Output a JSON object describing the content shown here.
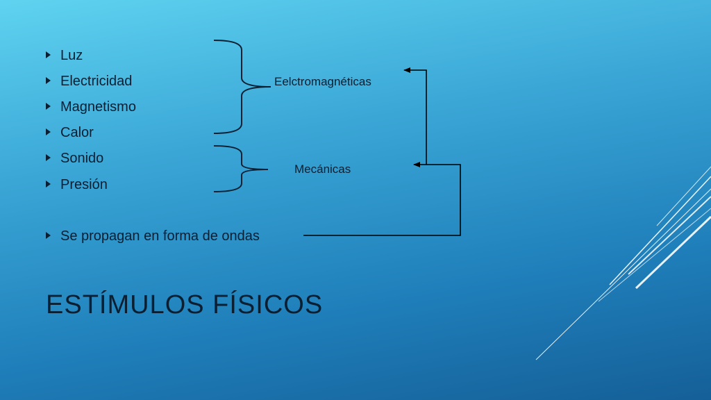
{
  "slide": {
    "bullets": [
      {
        "text": "Luz"
      },
      {
        "text": "Electricidad"
      },
      {
        "text": "Magnetismo"
      },
      {
        "text": "Calor"
      },
      {
        "text": "Sonido"
      },
      {
        "text": "Presión"
      },
      {
        "text": "Se propagan en forma de ondas"
      }
    ],
    "group_labels": {
      "electromagnetic": "Eelctromagnéticas",
      "mechanical": "Mecánicas"
    },
    "title": "ESTÍMULOS FÍSICOS"
  },
  "colors": {
    "text": "#0b1f33",
    "connector": "#000000",
    "decor_lines": "#ffffff"
  }
}
